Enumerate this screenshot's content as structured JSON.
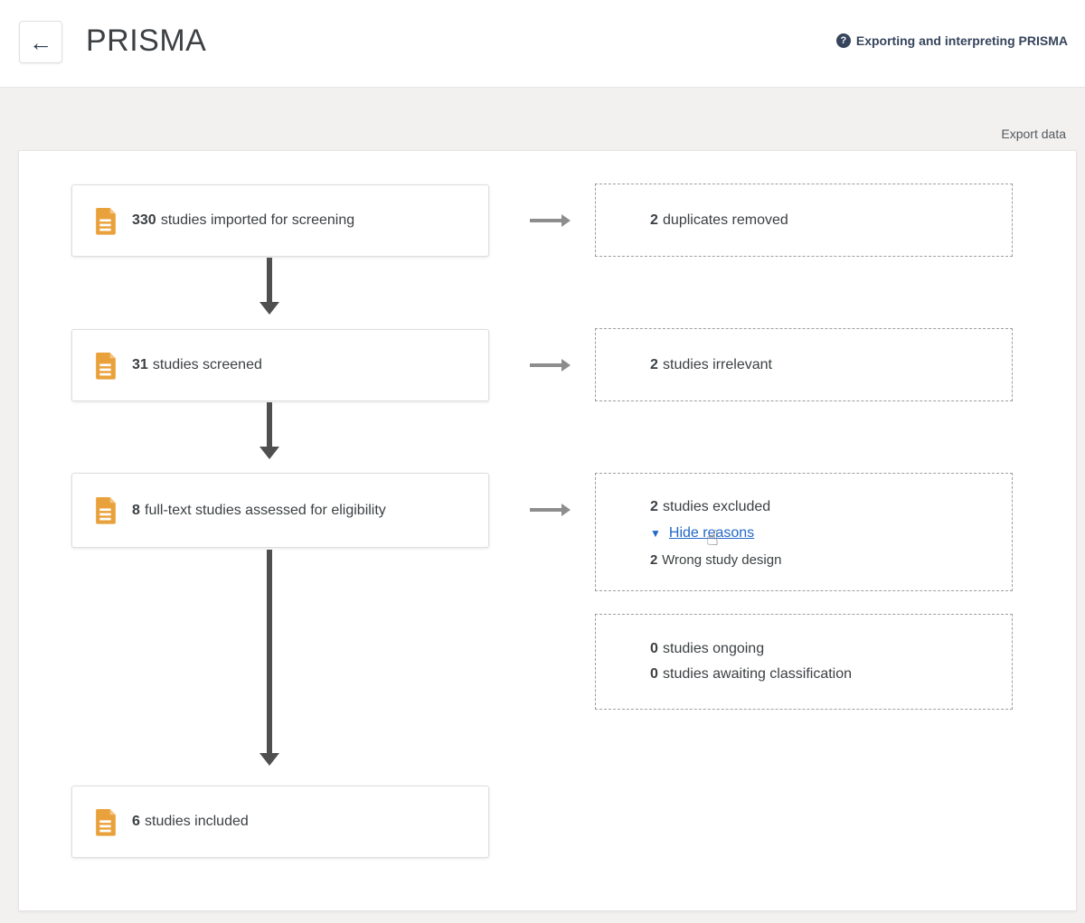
{
  "header": {
    "back_glyph": "←",
    "title": "PRISMA",
    "help_icon_glyph": "?",
    "help_link_label": "Exporting and interpreting PRISMA"
  },
  "toolbar": {
    "export_label": "Export data"
  },
  "flow": {
    "left_boxes": [
      {
        "count": "330",
        "label": "studies imported for screening"
      },
      {
        "count": "31",
        "label": "studies screened"
      },
      {
        "count": "8",
        "label": "full-text studies assessed for eligibility"
      },
      {
        "count": "6",
        "label": "studies included"
      }
    ],
    "right_boxes": [
      {
        "lines": [
          {
            "count": "2",
            "label": "duplicates removed"
          }
        ]
      },
      {
        "lines": [
          {
            "count": "2",
            "label": "studies irrelevant"
          }
        ]
      },
      {
        "lines": [
          {
            "count": "2",
            "label": "studies excluded"
          }
        ],
        "toggle": {
          "icon": "▼",
          "label": "Hide reasons"
        },
        "reasons": [
          {
            "count": "2",
            "label": "Wrong study design"
          }
        ]
      },
      {
        "lines": [
          {
            "count": "0",
            "label": "studies ongoing"
          },
          {
            "count": "0",
            "label": "studies awaiting classification"
          }
        ]
      }
    ]
  },
  "cursor": {
    "glyph": "☝"
  },
  "colors": {
    "accent_link_blue": "#2468c8",
    "navy_help_link": "#36445c",
    "document_icon_amber": "#e9a13b",
    "arrow_dark_gray": "#4f4f4f",
    "arrow_light_gray": "#8d8d8d",
    "page_background": "#f2f1f0"
  }
}
